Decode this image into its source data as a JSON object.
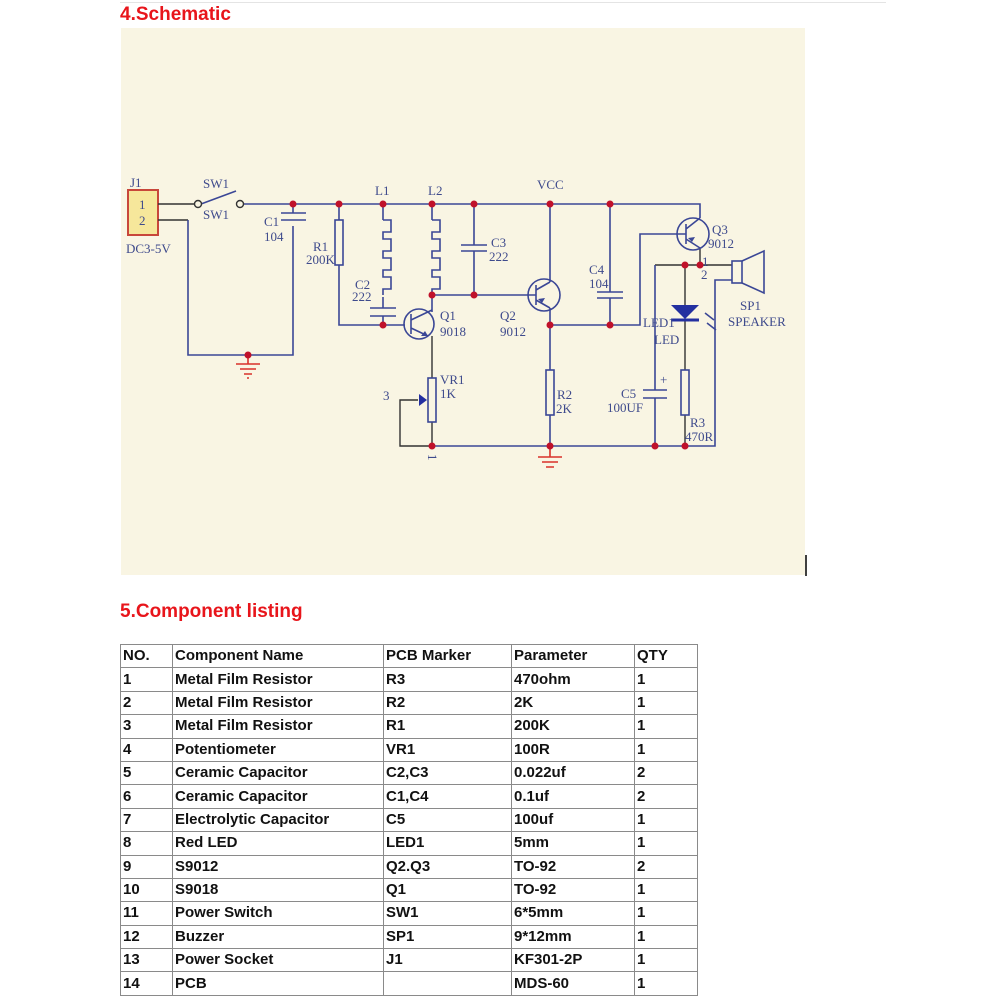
{
  "sections": {
    "schematic_title": "4.Schematic",
    "listing_title": "5.Component listing"
  },
  "schematic": {
    "j1": "J1",
    "j1_pin1": "1",
    "j1_pin2": "2",
    "j1_value": "DC3-5V",
    "sw1_top": "SW1",
    "sw1_bottom": "SW1",
    "c1": "C1",
    "c1_value": "104",
    "r1": "R1",
    "r1_value": "200K",
    "l1": "L1",
    "l2": "L2",
    "c2": "C2",
    "c2_value": "222",
    "c3": "C3",
    "c3_value": "222",
    "q1": "Q1",
    "q1_value": "9018",
    "vr1": "VR1",
    "vr1_value": "1K",
    "vr1_pin3": "3",
    "vr1_pin1": "1",
    "vcc": "VCC",
    "q2": "Q2",
    "q2_value": "9012",
    "c4": "C4",
    "c4_value": "104",
    "r2": "R2",
    "r2_value": "2K",
    "q3": "Q3",
    "q3_value": "9012",
    "q3_pin1": "1",
    "q3_pin2": "2",
    "led1": "LED1",
    "led_value": "LED",
    "c5": "C5",
    "c5_value": "100UF",
    "c5_plus": "+",
    "r3": "R3",
    "r3_value": "470R",
    "sp1": "SP1",
    "sp1_value": "SPEAKER"
  },
  "table": {
    "headers": [
      "NO.",
      "Component Name",
      "PCB Marker",
      "Parameter",
      "QTY"
    ],
    "rows": [
      [
        "1",
        "Metal Film Resistor",
        "R3",
        "470ohm",
        "1"
      ],
      [
        "2",
        "Metal Film Resistor",
        "R2",
        "2K",
        "1"
      ],
      [
        "3",
        "Metal Film Resistor",
        "R1",
        "200K",
        "1"
      ],
      [
        "4",
        "Potentiometer",
        "VR1",
        "100R",
        "1"
      ],
      [
        "5",
        "Ceramic Capacitor",
        "C2,C3",
        "0.022uf",
        "2"
      ],
      [
        "6",
        "Ceramic Capacitor",
        "C1,C4",
        "0.1uf",
        "2"
      ],
      [
        "7",
        "Electrolytic Capacitor",
        "C5",
        "100uf",
        "1"
      ],
      [
        "8",
        "Red LED",
        "LED1",
        "5mm",
        "1"
      ],
      [
        "9",
        "S9012",
        "Q2.Q3",
        "TO-92",
        "2"
      ],
      [
        "10",
        "S9018",
        "Q1",
        "TO-92",
        "1"
      ],
      [
        "11",
        "Power Switch",
        "SW1",
        "6*5mm",
        "1"
      ],
      [
        "12",
        "Buzzer",
        "SP1",
        "9*12mm",
        "1"
      ],
      [
        "13",
        "Power Socket",
        "J1",
        "KF301-2P",
        "1"
      ],
      [
        "14",
        "PCB",
        "",
        "MDS-60",
        "1"
      ]
    ]
  }
}
